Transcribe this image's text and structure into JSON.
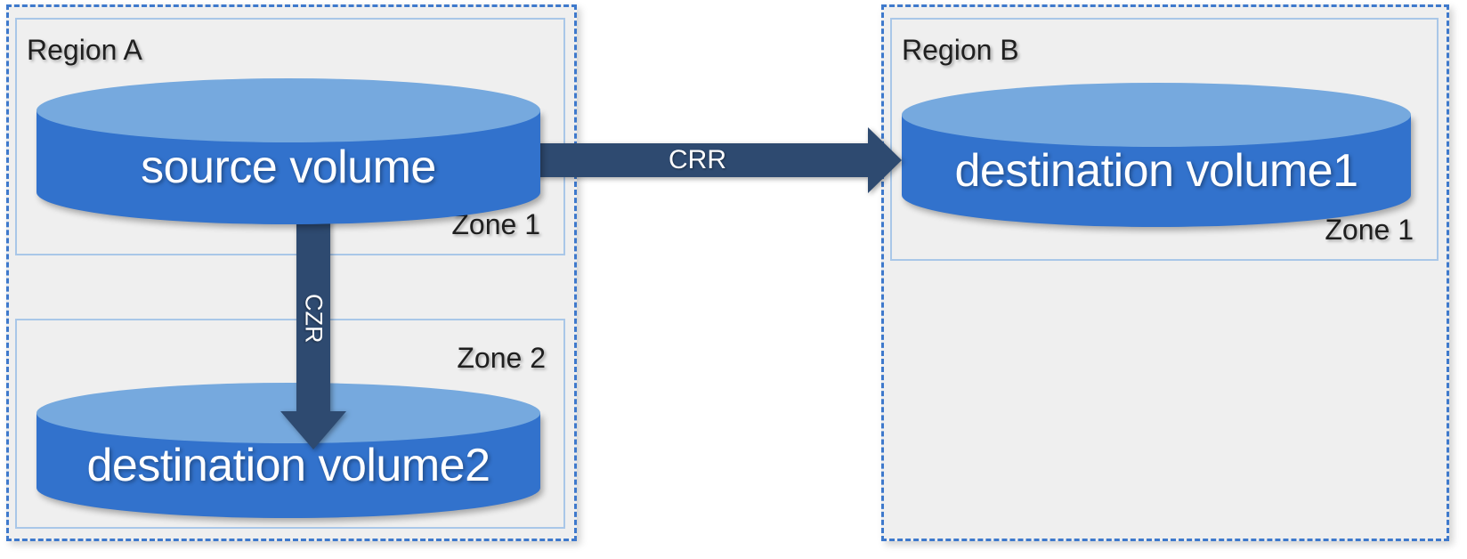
{
  "regions": [
    {
      "label": "Region A",
      "zones": [
        {
          "label": "Zone 1",
          "volume": {
            "label": "source volume"
          }
        },
        {
          "label": "Zone 2",
          "volume": {
            "label": "destination volume2"
          }
        }
      ]
    },
    {
      "label": "Region B",
      "zones": [
        {
          "label": "Zone 1",
          "volume": {
            "label": "destination volume1"
          }
        }
      ]
    }
  ],
  "arrows": [
    {
      "label": "CRR",
      "direction": "right",
      "from": "source volume",
      "to": "destination volume1"
    },
    {
      "label": "CZR",
      "direction": "down",
      "from": "source volume",
      "to": "destination volume2"
    }
  ],
  "colors": {
    "cylinder_body": "#3272cc",
    "cylinder_top": "#76a9de",
    "arrow": "#2e4a70",
    "region_border": "#3e79cc",
    "zone_border": "#a9c7e8",
    "region_background": "#efefef",
    "label_text": "#1f1f1f",
    "volume_text": "#ffffff"
  }
}
